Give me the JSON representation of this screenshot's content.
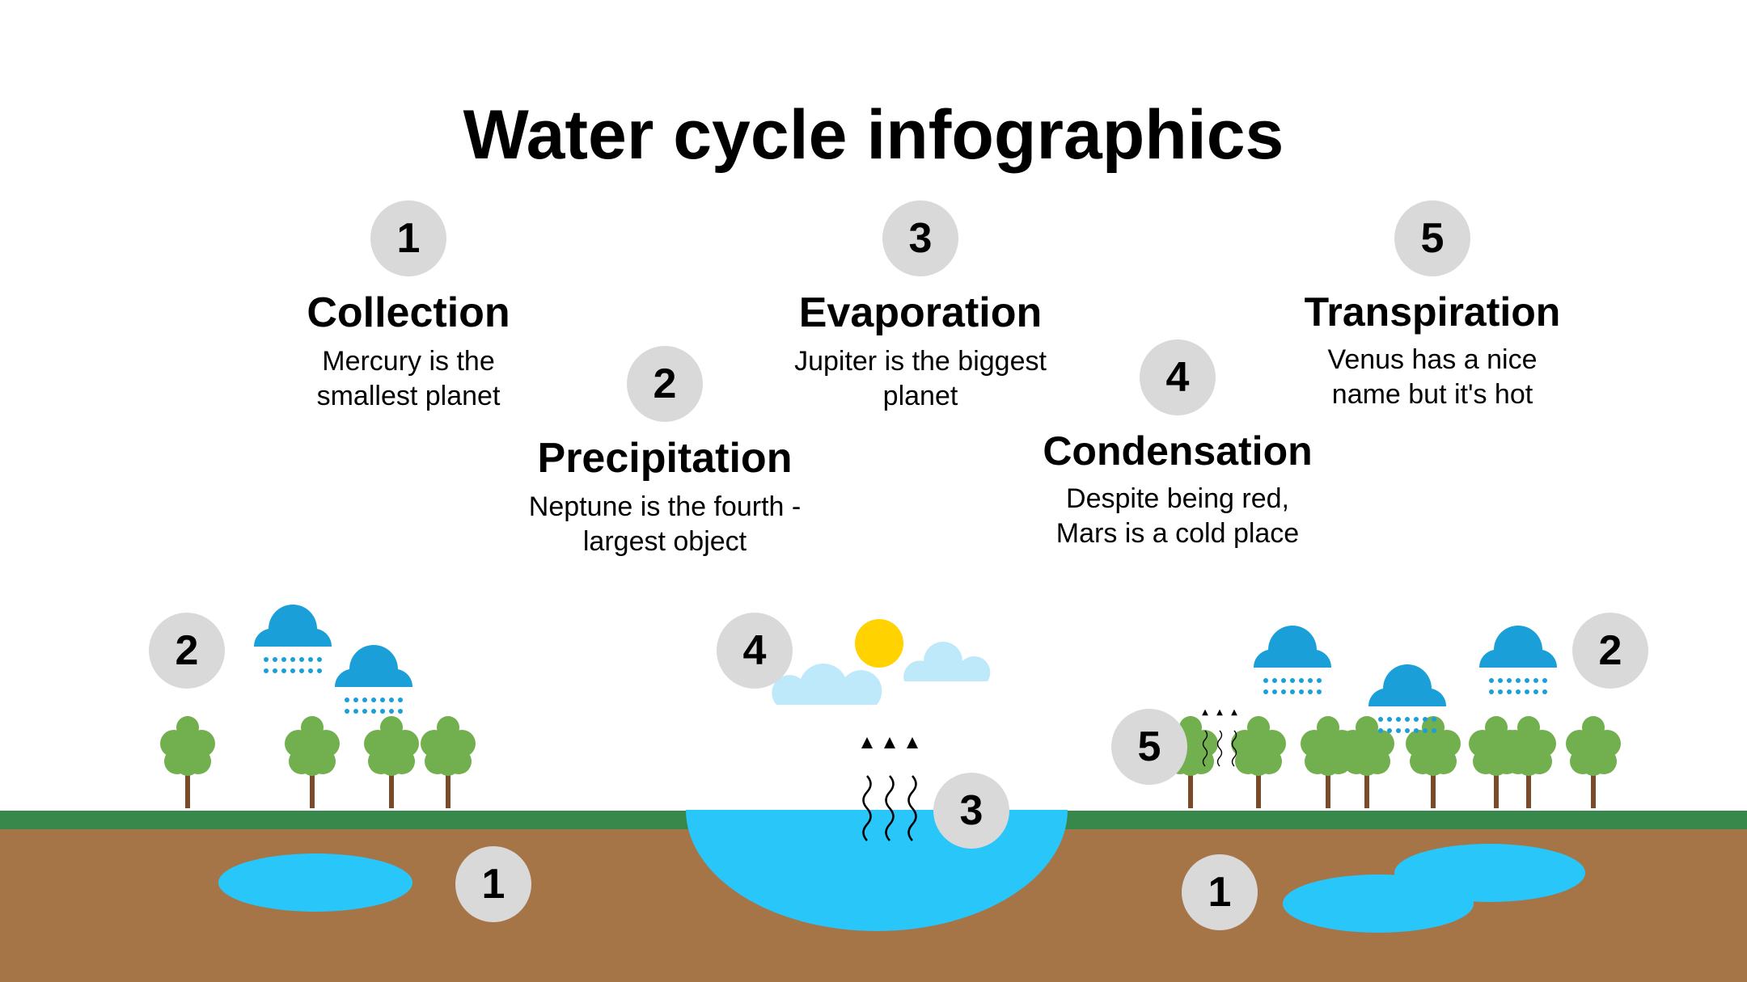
{
  "title": "Water cycle infographics",
  "steps": [
    {
      "num": "1",
      "title": "Collection",
      "desc": "Mercury is the smallest planet"
    },
    {
      "num": "2",
      "title": "Precipitation",
      "desc": "Neptune is the fourth -largest object"
    },
    {
      "num": "3",
      "title": "Evaporation",
      "desc": "Jupiter is the biggest planet"
    },
    {
      "num": "4",
      "title": "Condensation",
      "desc": "Despite being red, Mars is a cold place"
    },
    {
      "num": "5",
      "title": "Transpiration",
      "desc": "Venus has a nice name but it's hot"
    }
  ],
  "scene_badges": [
    "2",
    "4",
    "3",
    "1",
    "5",
    "1",
    "2"
  ],
  "colors": {
    "soil": "#a57548",
    "grass": "#38874b",
    "water": "#29c6f9",
    "tree": "#72b04f",
    "trunk": "#7b4a28",
    "rain_cloud": "#1a9fd8",
    "light_cloud": "#bde9fb",
    "sun": "#ffd200",
    "badge": "#d9d9d9"
  }
}
